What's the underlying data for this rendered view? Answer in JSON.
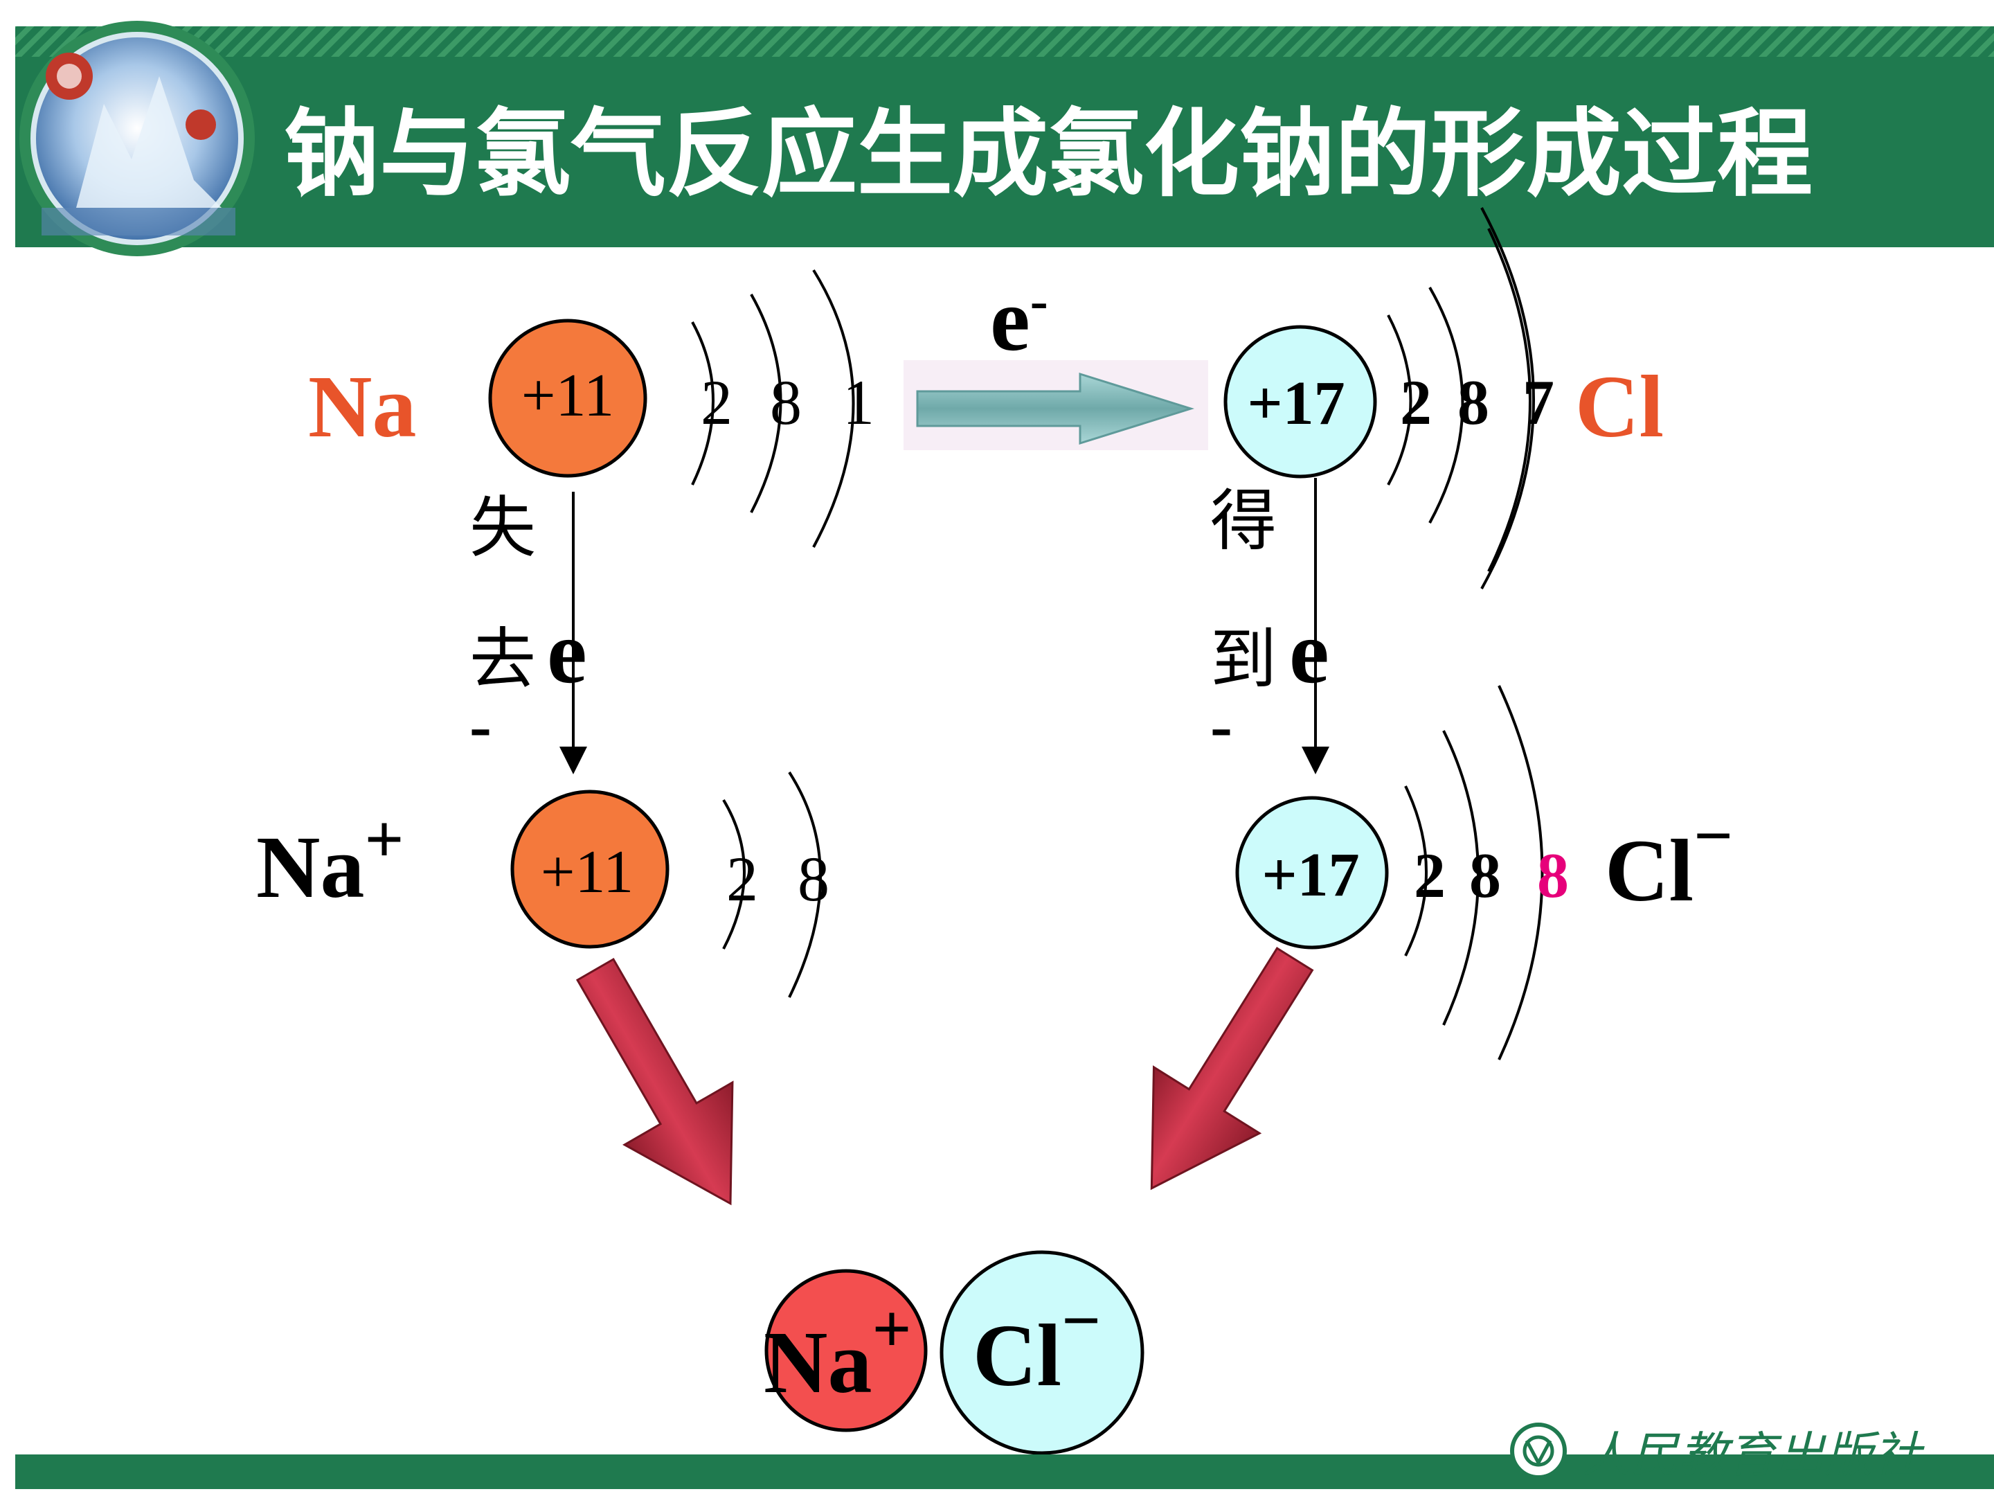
{
  "title": "钠与氯气反应生成氯化钠的形成过程",
  "colors": {
    "header_green": "#1f7a4f",
    "stripe": "#2e8b57",
    "sodium_orange": "#f4793c",
    "chlorine_cyan": "#ccfbfb",
    "sodium_ion_red": "#f34f4f",
    "element_label_orange": "#e8542a",
    "highlight_magenta": "#e6007a",
    "transfer_arrow": "#7fb8b8",
    "combine_arrow": "#c7283f"
  },
  "na_atom": {
    "label": "Na",
    "nucleus": "+11",
    "shells": [
      "2",
      "8",
      "1"
    ]
  },
  "cl_atom": {
    "label": "Cl",
    "nucleus": "+17",
    "shells": [
      "2",
      "8",
      "7"
    ]
  },
  "electron_transfer": {
    "label": "e",
    "superscript": "-"
  },
  "lose_electron": {
    "char1": "失",
    "char2": "去",
    "e": "e",
    "minus": "-"
  },
  "gain_electron": {
    "char1": "得",
    "char2": "到",
    "e": "e",
    "minus": "-"
  },
  "na_ion": {
    "label": "Na",
    "charge": "+",
    "nucleus": "+11",
    "shells": [
      "2",
      "8"
    ]
  },
  "cl_ion": {
    "label": "Cl",
    "charge": "−",
    "nucleus": "+17",
    "shells": [
      "2",
      "8",
      "8"
    ]
  },
  "product": {
    "na": "Na",
    "na_charge": "+",
    "cl": "Cl",
    "cl_charge": "−"
  },
  "publisher": "人民教育出版社",
  "icons": {
    "header": "globe-logo-icon",
    "footer": "publisher-logo-icon"
  }
}
